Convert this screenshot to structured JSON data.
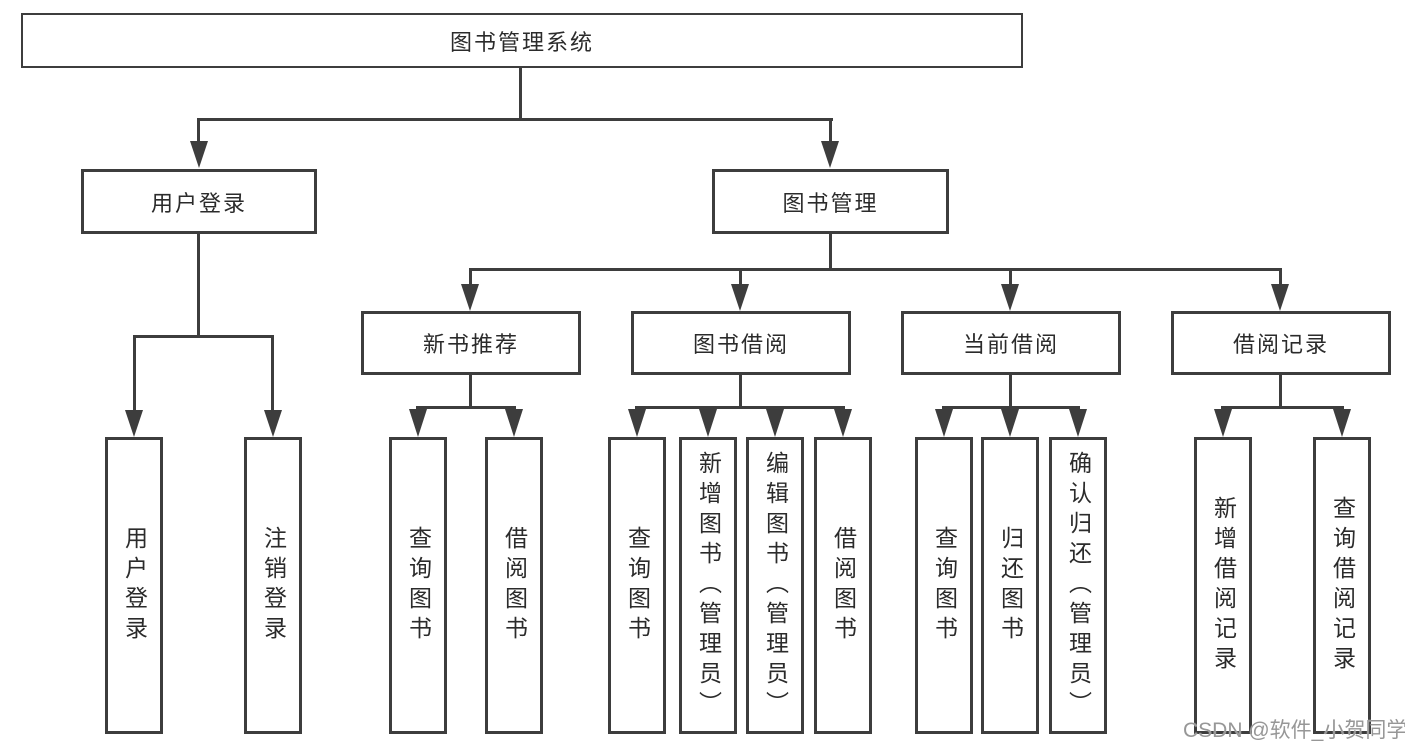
{
  "colors": {
    "line": "#3d3d3d",
    "text": "#2b2b2b",
    "bg": "#ffffff",
    "watermark": "#979797"
  },
  "tree": {
    "root": "图书管理系统",
    "branches": [
      {
        "label": "用户登录",
        "children": [
          {
            "label": "用户登录"
          },
          {
            "label": "注销登录"
          }
        ]
      },
      {
        "label": "图书管理",
        "children": [
          {
            "label": "新书推荐",
            "children": [
              {
                "label": "查询图书"
              },
              {
                "label": "借阅图书"
              }
            ]
          },
          {
            "label": "图书借阅",
            "children": [
              {
                "label": "查询图书"
              },
              {
                "label": "新增图书（管理员）"
              },
              {
                "label": "编辑图书（管理员）"
              },
              {
                "label": "借阅图书"
              }
            ]
          },
          {
            "label": "当前借阅",
            "children": [
              {
                "label": "查询图书"
              },
              {
                "label": "归还图书"
              },
              {
                "label": "确认归还（管理员）"
              }
            ]
          },
          {
            "label": "借阅记录",
            "children": [
              {
                "label": "新增借阅记录"
              },
              {
                "label": "查询借阅记录"
              }
            ]
          }
        ]
      }
    ]
  },
  "watermark": {
    "text": "CSDN @软件_小贺同学"
  }
}
